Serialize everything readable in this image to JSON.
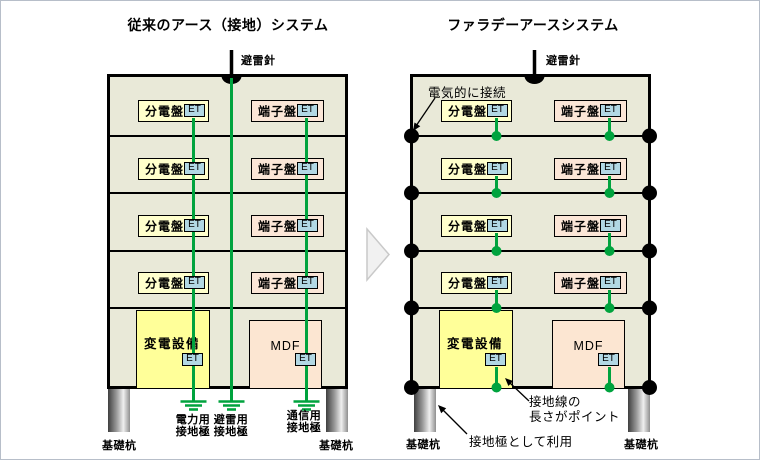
{
  "colors": {
    "frame-border": "#b7bec9",
    "floor-bg": "#e9e9d8",
    "panel-yellow": "#ffffcc",
    "panel-pink": "#fbe6d7",
    "substation-yellow": "#ffff99",
    "mdf-pink": "#fce6d2",
    "et-blue": "#b2d8e4",
    "line-green": "#00a33e",
    "ink": "#000000"
  },
  "diagram_left": {
    "title": "従来のアース（接地）システム",
    "lightning_rod_label": "避雷針",
    "floors": [
      {
        "distribution_board": "分電盤",
        "distribution_et": "ET",
        "terminal_board": "端子盤",
        "terminal_et": "ET"
      },
      {
        "distribution_board": "分電盤",
        "distribution_et": "ET",
        "terminal_board": "端子盤",
        "terminal_et": "ET"
      },
      {
        "distribution_board": "分電盤",
        "distribution_et": "ET",
        "terminal_board": "端子盤",
        "terminal_et": "ET"
      },
      {
        "distribution_board": "分電盤",
        "distribution_et": "ET",
        "terminal_board": "端子盤",
        "terminal_et": "ET"
      }
    ],
    "ground_floor": {
      "substation": "変電設備",
      "substation_et": "ET",
      "mdf": "MDF",
      "mdf_et": "ET"
    },
    "electrodes": [
      {
        "line1": "電力用",
        "line2": "接地極"
      },
      {
        "line1": "避雷用",
        "line2": "接地極"
      },
      {
        "line1": "通信用",
        "line2": "接地極"
      }
    ],
    "foundation_pile_left": "基礎杭",
    "foundation_pile_right": "基礎杭"
  },
  "diagram_right": {
    "title": "ファラデーアースシステム",
    "lightning_rod_label": "避雷針",
    "annotation_electrical_connection": "電気的に接続",
    "annotation_ground_wire_line1": "接地線の",
    "annotation_ground_wire_line2": "長さがポイント",
    "annotation_electrode_use": "接地極として利用",
    "floors": [
      {
        "distribution_board": "分電盤",
        "distribution_et": "ET",
        "terminal_board": "端子盤",
        "terminal_et": "ET"
      },
      {
        "distribution_board": "分電盤",
        "distribution_et": "ET",
        "terminal_board": "端子盤",
        "terminal_et": "ET"
      },
      {
        "distribution_board": "分電盤",
        "distribution_et": "ET",
        "terminal_board": "端子盤",
        "terminal_et": "ET"
      },
      {
        "distribution_board": "分電盤",
        "distribution_et": "ET",
        "terminal_board": "端子盤",
        "terminal_et": "ET"
      }
    ],
    "ground_floor": {
      "substation": "変電設備",
      "substation_et": "ET",
      "mdf": "MDF",
      "mdf_et": "ET"
    },
    "foundation_pile_left": "基礎杭",
    "foundation_pile_right": "基礎杭"
  }
}
